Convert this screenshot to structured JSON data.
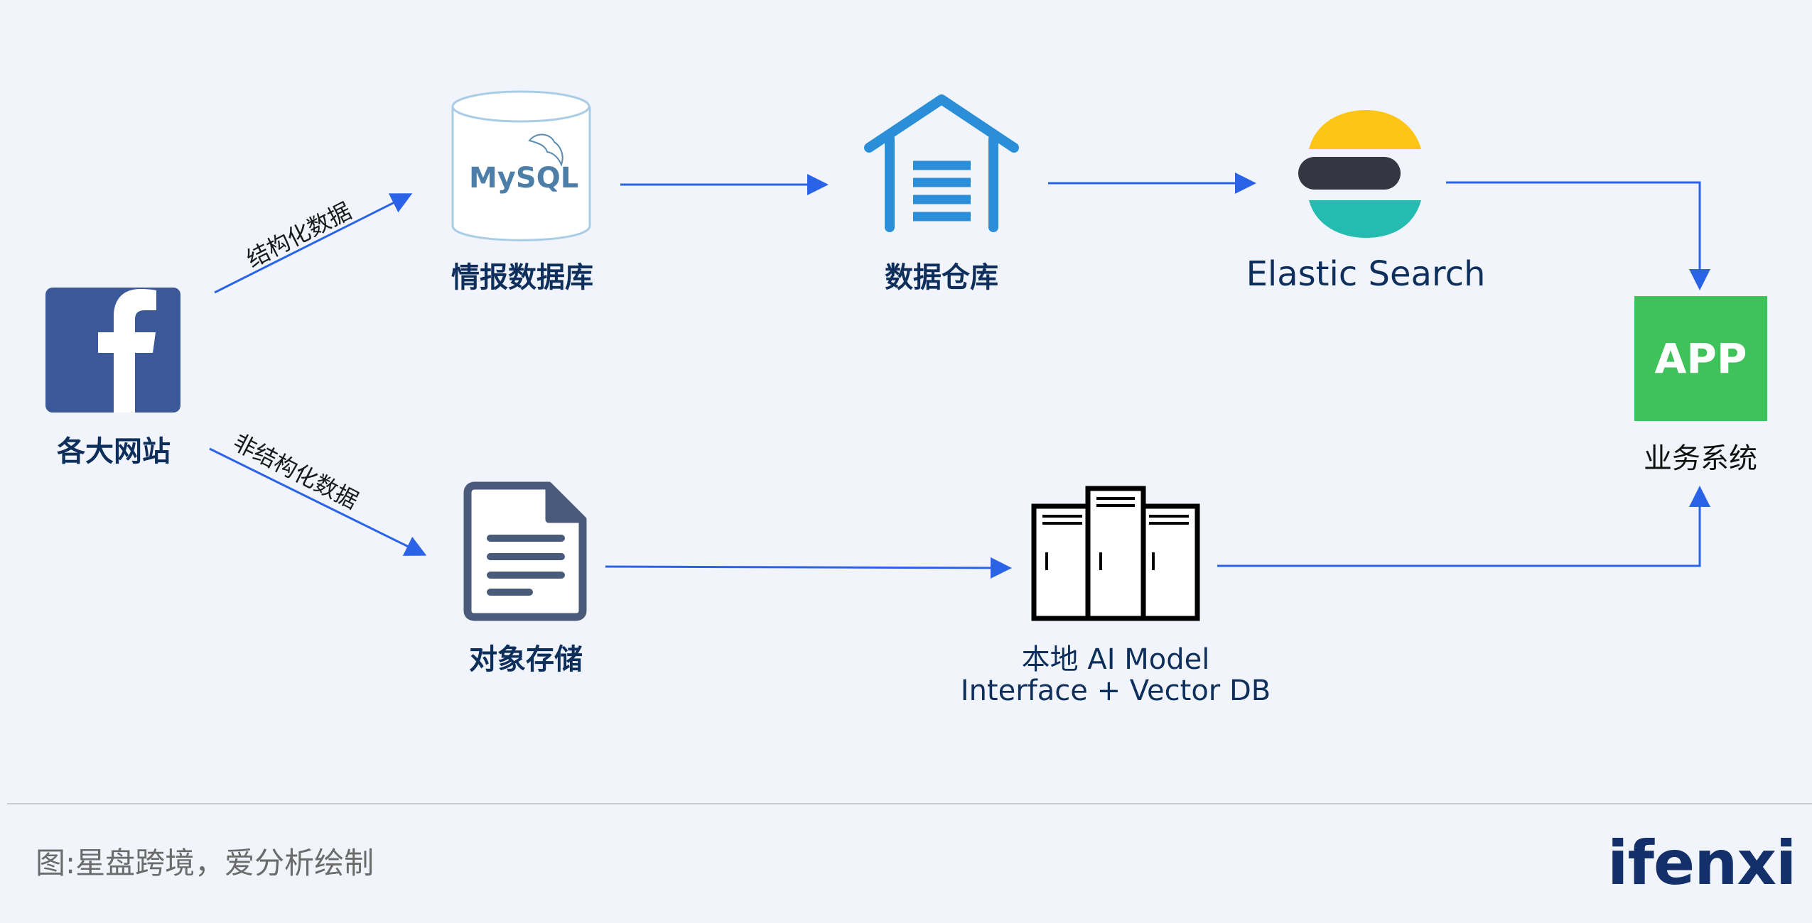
{
  "nodes": {
    "source": {
      "label": "各大网站",
      "icon": "facebook-icon"
    },
    "mysql": {
      "label": "情报数据库",
      "icon": "mysql-database-icon",
      "logo_text": "MySQL"
    },
    "warehouse": {
      "label": "数据仓库",
      "icon": "warehouse-icon"
    },
    "elastic": {
      "label": "Elastic Search",
      "icon": "elasticsearch-icon"
    },
    "app": {
      "label": "业务系统",
      "badge": "APP"
    },
    "object_storage": {
      "label": "对象存储",
      "icon": "document-icon"
    },
    "ai_model": {
      "label_line1": "本地 AI Model",
      "label_line2": "Interface + Vector DB",
      "icon": "server-rack-icon"
    }
  },
  "edges": {
    "structured": "结构化数据",
    "unstructured": "非结构化数据"
  },
  "footer": {
    "caption": "图:星盘跨境，爱分析绘制",
    "brand": "ifenxi"
  },
  "colors": {
    "background": "#f1f5fb",
    "arrow": "#2b63e8",
    "label": "#0e2f5c",
    "facebook": "#3b5998",
    "warehouse": "#2a8fd8",
    "app": "#3fc25a",
    "document": "#4a5a7a"
  }
}
